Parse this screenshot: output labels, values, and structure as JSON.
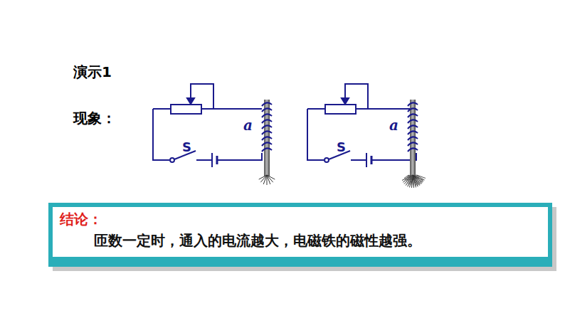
{
  "diagram": {
    "title": "演示1",
    "nodes": [
      {
        "text": [
          "结论：",
          "匝数一定时，通入的电流越大，电磁铁的磁性越强。"
        ]
      }
    ],
    "labels": [
      "现象：",
      "a",
      "S",
      "a",
      "S"
    ]
  }
}
